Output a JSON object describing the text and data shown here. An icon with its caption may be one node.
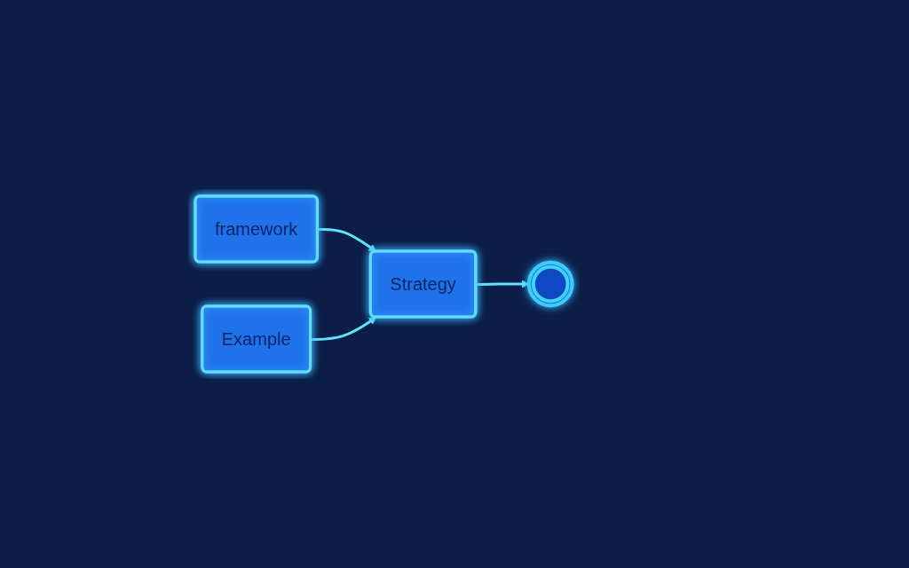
{
  "diagram": {
    "nodes": [
      {
        "text": [
          "framework"
        ]
      },
      {
        "text": [
          "Example"
        ]
      },
      {
        "text": [
          "Strategy"
        ]
      },
      {
        "text": [],
        "shape": "circle"
      }
    ],
    "edges": [
      {
        "from": 0,
        "to": 2,
        "arrow": "to"
      },
      {
        "from": 1,
        "to": 2,
        "arrow": "to"
      },
      {
        "from": 2,
        "to": 3,
        "arrow": "to"
      }
    ]
  }
}
